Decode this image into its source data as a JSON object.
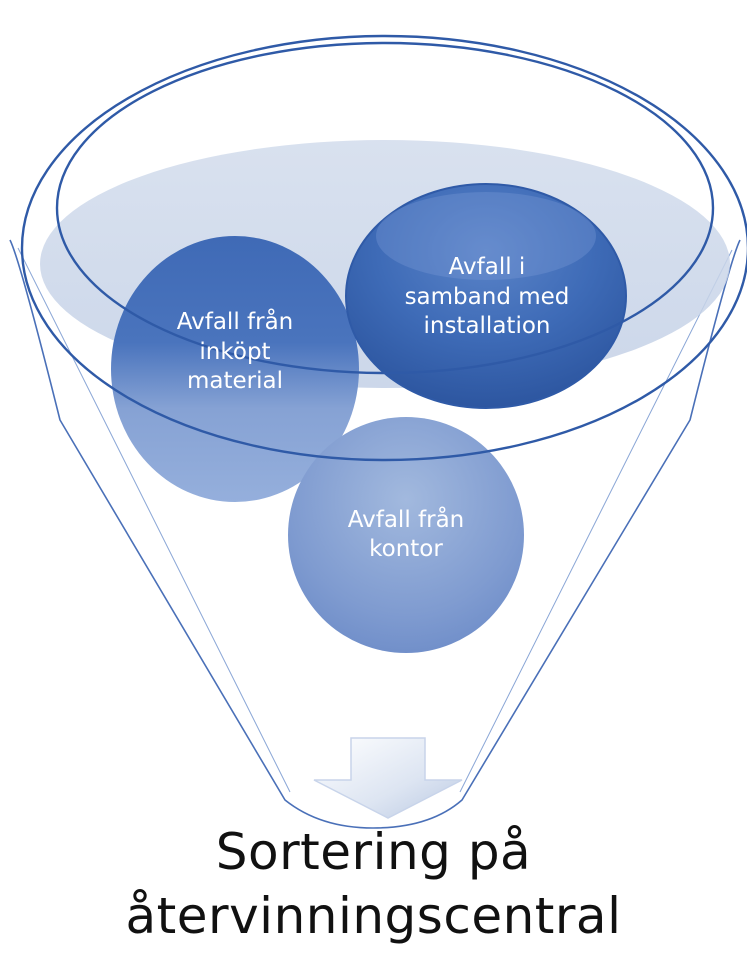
{
  "diagram": {
    "bubbles": [
      {
        "label_lines": [
          "Avfall från",
          "inköpt",
          "material"
        ]
      },
      {
        "label_lines": [
          "Avfall i",
          "samband med",
          "installation"
        ]
      },
      {
        "label_lines": [
          "Avfall från",
          "kontor"
        ]
      }
    ],
    "result": {
      "label_lines": [
        "Sortering på",
        "återvinningscentral"
      ]
    }
  }
}
